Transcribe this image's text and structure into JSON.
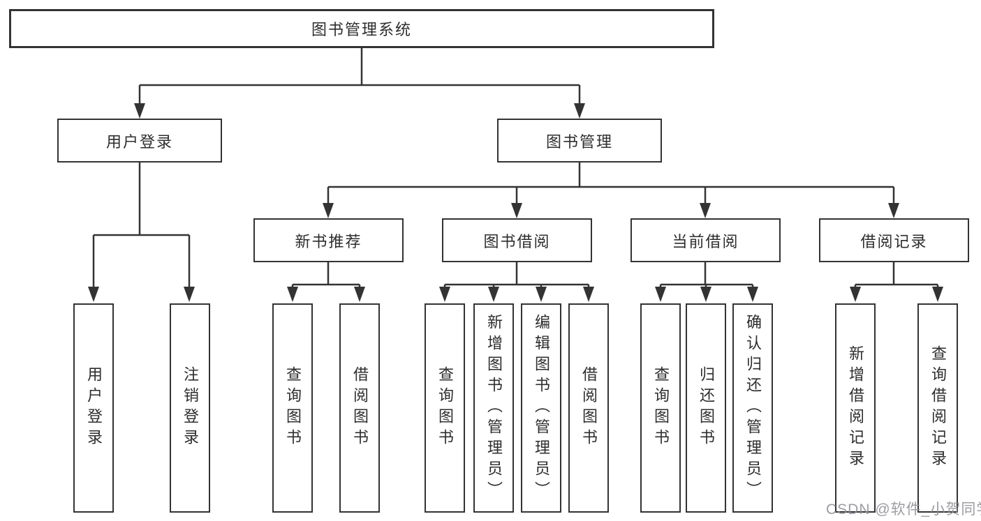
{
  "diagram": {
    "root": {
      "label": "图书管理系统"
    },
    "user_branch": {
      "label": "用户登录",
      "children": [
        {
          "label": "用户登录"
        },
        {
          "label": "注销登录"
        }
      ]
    },
    "book_branch": {
      "label": "图书管理",
      "groups": [
        {
          "label": "新书推荐",
          "children": [
            {
              "label": "查询图书"
            },
            {
              "label": "借阅图书"
            }
          ]
        },
        {
          "label": "图书借阅",
          "children": [
            {
              "label": "查询图书"
            },
            {
              "label": "新增图书（管理员）"
            },
            {
              "label": "编辑图书（管理员）"
            },
            {
              "label": "借阅图书"
            }
          ]
        },
        {
          "label": "当前借阅",
          "children": [
            {
              "label": "查询图书"
            },
            {
              "label": "归还图书"
            },
            {
              "label": "确认归还（管理员）"
            }
          ]
        },
        {
          "label": "借阅记录",
          "children": [
            {
              "label": "新增借阅记录"
            },
            {
              "label": "查询借阅记录"
            }
          ]
        }
      ]
    }
  },
  "watermark": {
    "text": "CSDN @软件_小贺同学"
  },
  "colors": {
    "line": "#333333",
    "box_border": "#333333",
    "text": "#2d2d2d",
    "background": "#ffffff",
    "watermark": "#919198"
  }
}
